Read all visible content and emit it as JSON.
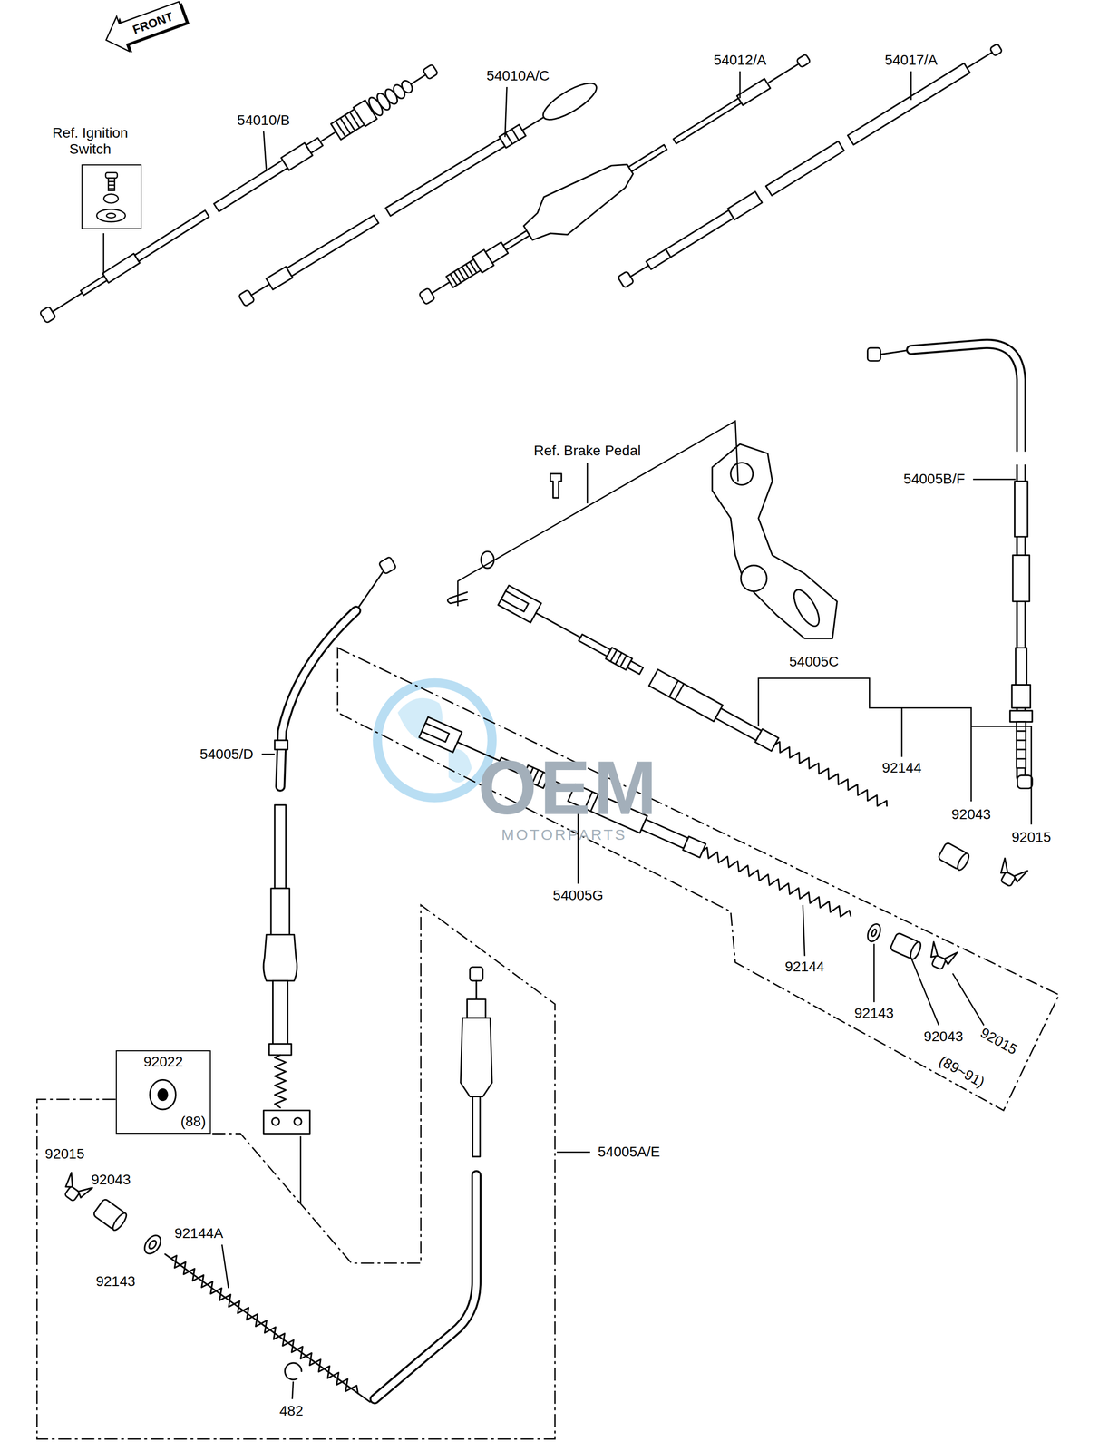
{
  "diagram": {
    "nodes": [
      {
        "text": [
          "FRONT"
        ]
      },
      {
        "text": [
          "Ref. Ignition Switch"
        ]
      },
      {
        "text": [
          "92022",
          "(88)"
        ]
      }
    ],
    "labels": [
      "54010/B",
      "54010A/C",
      "54012/A",
      "54017/A",
      "Ref. Brake Pedal",
      "54005B/F",
      "54005C",
      "54005/D",
      "OEM",
      "MOTORPARTS",
      "92144",
      "92043",
      "92015",
      "54005G",
      "92144",
      "92143",
      "92043",
      "92015",
      "(89~91)",
      "54005A/E",
      "92015",
      "92043",
      "92144A",
      "92143",
      "482"
    ]
  }
}
